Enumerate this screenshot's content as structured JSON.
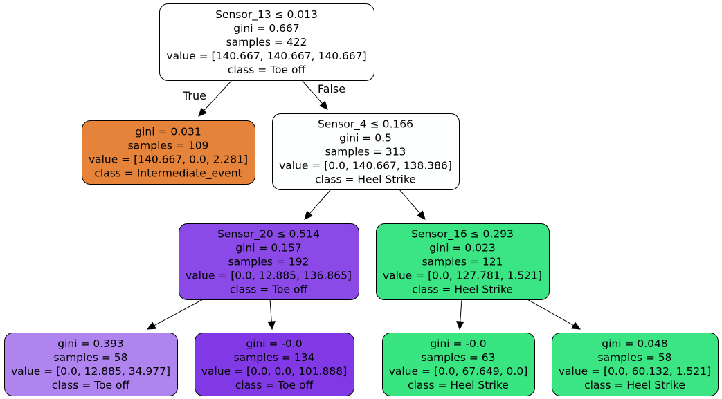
{
  "nodes": [
    {
      "id": "n0",
      "fill": "#ffffff",
      "lines": [
        "Sensor_13 ≤ 0.013",
        "gini = 0.667",
        "samples = 422",
        "value = [140.667, 140.667, 140.667]",
        "class = Toe off"
      ]
    },
    {
      "id": "n1",
      "fill": "#e5833b",
      "lines": [
        "gini = 0.031",
        "samples = 109",
        "value = [140.667, 0.0, 2.281]",
        "class = Intermediate_event"
      ]
    },
    {
      "id": "n2",
      "fill": "#fdfffe",
      "lines": [
        "Sensor_4 ≤ 0.166",
        "gini = 0.5",
        "samples = 313",
        "value = [0.0, 140.667, 138.386]",
        "class = Heel Strike"
      ]
    },
    {
      "id": "n3",
      "fill": "#8b4ae7",
      "lines": [
        "Sensor_20 ≤ 0.514",
        "gini = 0.157",
        "samples = 192",
        "value = [0.0, 12.885, 136.865]",
        "class = Toe off"
      ]
    },
    {
      "id": "n4",
      "fill": "#3be584",
      "lines": [
        "Sensor_16 ≤ 0.293",
        "gini = 0.023",
        "samples = 121",
        "value = [0.0, 127.781, 1.521]",
        "class = Heel Strike"
      ]
    },
    {
      "id": "n5",
      "fill": "#af84ef",
      "lines": [
        "gini = 0.393",
        "samples = 58",
        "value = [0.0, 12.885, 34.977]",
        "class = Toe off"
      ]
    },
    {
      "id": "n6",
      "fill": "#8139e5",
      "lines": [
        "gini = -0.0",
        "samples = 134",
        "value = [0.0, 0.0, 101.888]",
        "class = Toe off"
      ]
    },
    {
      "id": "n7",
      "fill": "#39e581",
      "lines": [
        "gini = -0.0",
        "samples = 63",
        "value = [0.0, 67.649, 0.0]",
        "class = Heel Strike"
      ]
    },
    {
      "id": "n8",
      "fill": "#3ce584",
      "lines": [
        "gini = 0.048",
        "samples = 58",
        "value = [0.0, 60.132, 1.521]",
        "class = Heel Strike"
      ]
    }
  ],
  "edges": [
    {
      "from": "n0",
      "to": "n1",
      "label": "True"
    },
    {
      "from": "n0",
      "to": "n2",
      "label": "False"
    },
    {
      "from": "n2",
      "to": "n3",
      "label": ""
    },
    {
      "from": "n2",
      "to": "n4",
      "label": ""
    },
    {
      "from": "n3",
      "to": "n5",
      "label": ""
    },
    {
      "from": "n3",
      "to": "n6",
      "label": ""
    },
    {
      "from": "n4",
      "to": "n7",
      "label": ""
    },
    {
      "from": "n4",
      "to": "n8",
      "label": ""
    }
  ]
}
